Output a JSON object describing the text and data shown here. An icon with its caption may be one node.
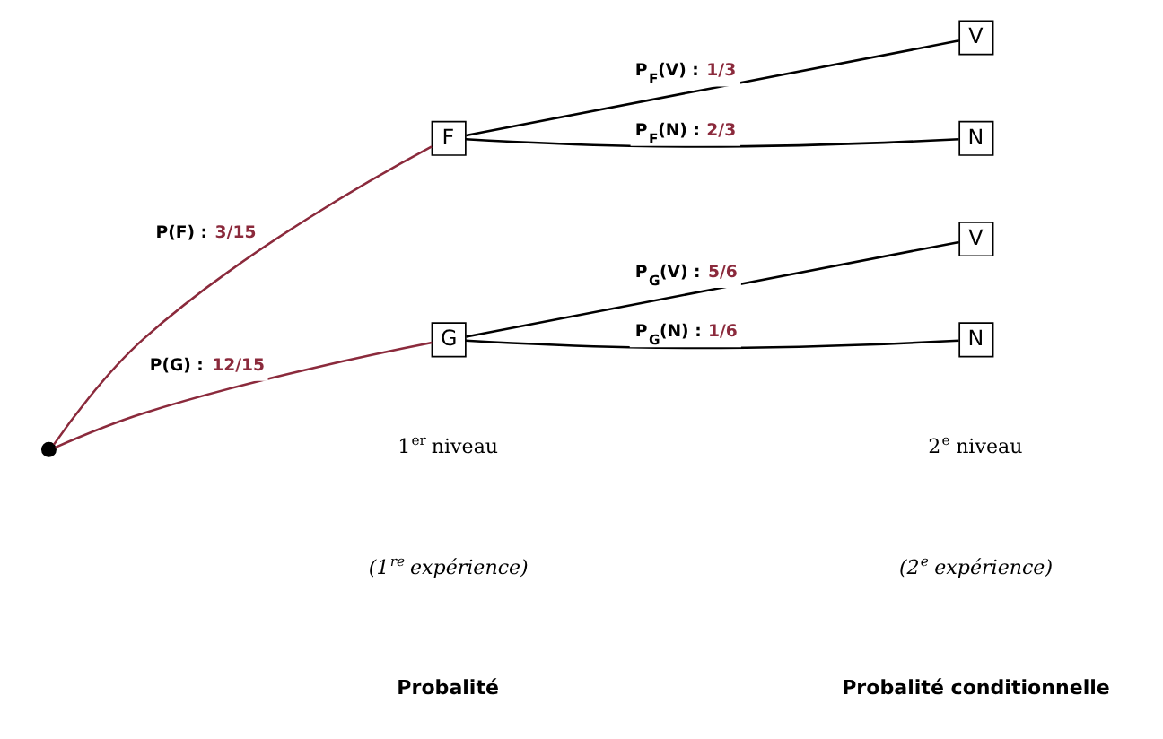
{
  "diagram": {
    "nodes": [
      {
        "text": [],
        "shape": "circle"
      },
      {
        "text": [
          "F"
        ]
      },
      {
        "text": [
          "G"
        ]
      },
      {
        "text": [
          "V"
        ]
      },
      {
        "text": [
          "N"
        ]
      },
      {
        "text": [
          "V"
        ]
      },
      {
        "text": [
          "N"
        ]
      }
    ],
    "edges": [
      {
        "from": 0,
        "to": 1,
        "arrow": "none",
        "label": "P(F) : 3/15",
        "color": "#8b2a3c"
      },
      {
        "from": 0,
        "to": 2,
        "arrow": "none",
        "label": "P(G) : 12/15",
        "color": "#8b2a3c"
      },
      {
        "from": 1,
        "to": 3,
        "arrow": "none",
        "label": "P$_{F}$(V) : 1/3"
      },
      {
        "from": 1,
        "to": 4,
        "arrow": "none",
        "label": "P$_{F}$(N) : 2/3"
      },
      {
        "from": 2,
        "to": 5,
        "arrow": "none",
        "label": "P$_{G}$(V) : 5/6"
      },
      {
        "from": 2,
        "to": 6,
        "arrow": "none",
        "label": "P$_{G}$(N) : 1/6"
      }
    ],
    "labels": [
      "1$^{er}$ niveau",
      "(1$^{re}$ expérience)",
      "2$^{e}$ niveau",
      "(2$^{e}$ expérience)",
      "Probalité",
      "Probalité conditionnelle"
    ]
  }
}
